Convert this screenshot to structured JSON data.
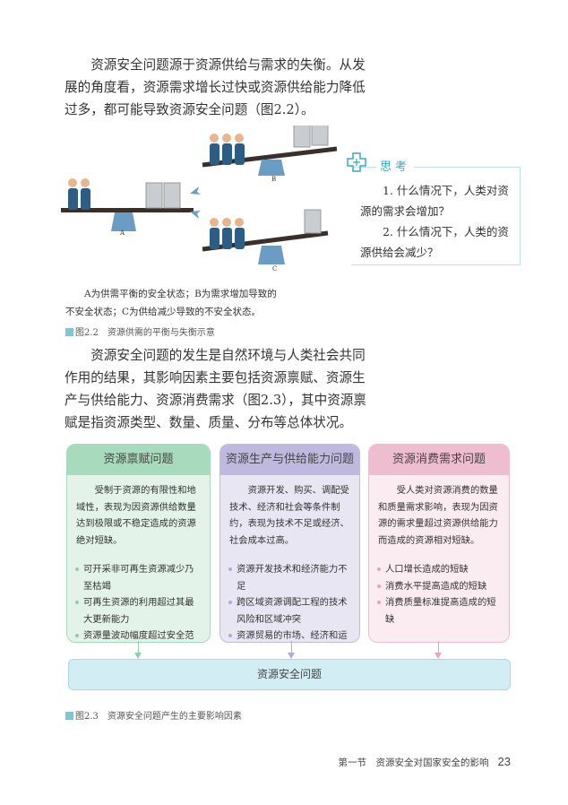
{
  "paragraphs": [
    "资源安全问题源于资源供给与需求的失衡。从发展的角度看，资源需求增长过快或资源供给能力降低过多，都可能导致资源安全问题（图2.2）。",
    "资源安全问题的发生是自然环境与人类社会共同作用的结果，其影响因素主要包括资源禀赋、资源生产与供给能力、资源消费需求（图2.3），其中资源禀赋是指资源类型、数量、质量、分布等总体状况。"
  ],
  "figure22": {
    "labels": {
      "a": "A",
      "b": "B",
      "c": "C"
    },
    "note": "A为供需平衡的安全状态；B为需求增加导致的不安全状态；C为供给减少导致的不安全状态。",
    "caption": "图2.2　资源供需的平衡与失衡示意"
  },
  "think": {
    "title": "思考",
    "questions": [
      "1. 什么情况下，人类对资源的需求会增加？",
      "2. 什么情况下，人类的资源供给会减少？"
    ]
  },
  "figure23": {
    "columns": [
      {
        "title": "资源禀赋问题",
        "desc": "受制于资源的有限性和地域性，表现为因资源供给数量达到极限或不稳定造成的资源绝对短缺。",
        "items": [
          "可开采非可再生资源减少乃至枯竭",
          "可再生资源的利用超过其最大更新能力",
          "资源量波动幅度超过安全范围"
        ]
      },
      {
        "title": "资源生产与供给能力问题",
        "desc": "资源开发、购买、调配受技术、经济和社会等条件制约，表现为技术不足或经济、社会成本过高。",
        "items": [
          "资源开发技术和经济能力不足",
          "跨区域资源调配工程的技术风险和区域冲突",
          "资源贸易的市场、经济和运输风险"
        ]
      },
      {
        "title": "资源消费需求问题",
        "desc": "受人类对资源消费的数量和质量需求影响，表现为因资源的需求量超过资源供给能力而造成的资源相对短缺。",
        "items": [
          "人口增长造成的短缺",
          "消费水平提高造成的短缺",
          "消费质量标准提高造成的短缺"
        ]
      }
    ],
    "result": "资源安全问题",
    "caption": "图2.3　资源安全问题产生的主要影响因素",
    "colors": {
      "green": "#a8dbbd",
      "purple": "#c0b9df",
      "pink": "#efbdd0",
      "blue": "#d3edf4"
    }
  },
  "footer": {
    "section": "第一节　资源安全对国家安全的影响",
    "page": "23"
  }
}
